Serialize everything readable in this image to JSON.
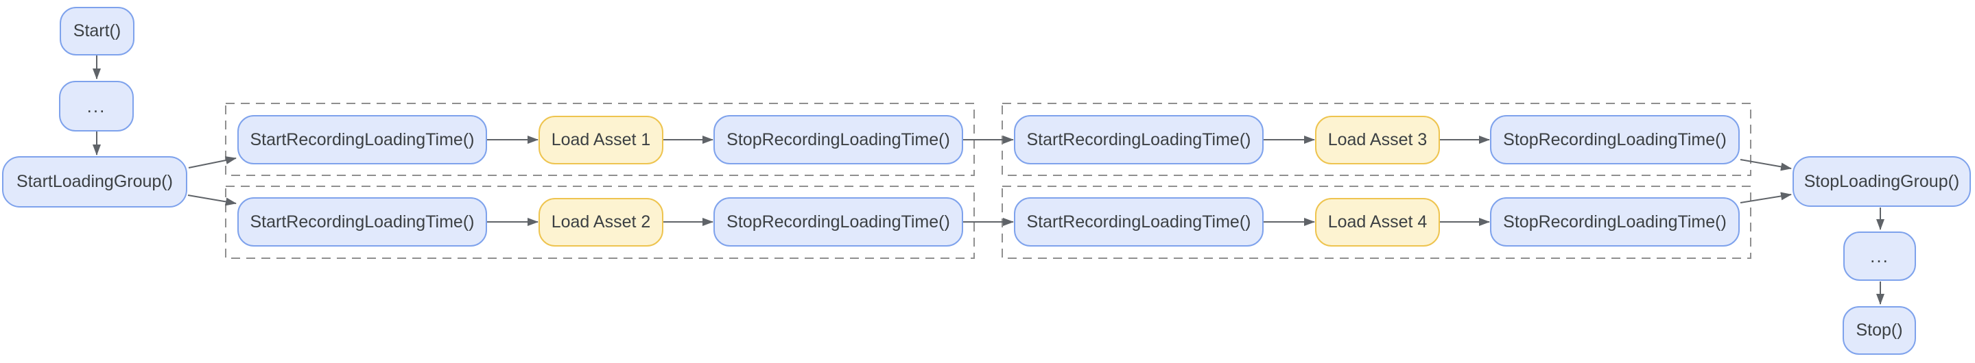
{
  "flowchart": {
    "start_sequence": {
      "start": "Start()",
      "ellipsis": "...",
      "start_loading_group": "StartLoadingGroup()"
    },
    "loading_groups": [
      {
        "rows": [
          {
            "start": "StartRecordingLoadingTime()",
            "asset": "Load Asset 1",
            "stop": "StopRecordingLoadingTime()"
          },
          {
            "start": "StartRecordingLoadingTime()",
            "asset": "Load Asset 2",
            "stop": "StopRecordingLoadingTime()"
          }
        ]
      },
      {
        "rows": [
          {
            "start": "StartRecordingLoadingTime()",
            "asset": "Load Asset 3",
            "stop": "StopRecordingLoadingTime()"
          },
          {
            "start": "StartRecordingLoadingTime()",
            "asset": "Load Asset 4",
            "stop": "StopRecordingLoadingTime()"
          }
        ]
      }
    ],
    "end_sequence": {
      "stop_loading_group": "StopLoadingGroup()",
      "ellipsis": "...",
      "stop": "Stop()"
    },
    "colors": {
      "node_fill": "#e1e9fc",
      "node_border": "#7ea2ec",
      "asset_fill": "#fdf3d1",
      "asset_border": "#eec44f",
      "group_outline": "#8f8f8f",
      "arrow": "#5f6368",
      "text": "#3c4043",
      "background": "#ffffff"
    }
  }
}
